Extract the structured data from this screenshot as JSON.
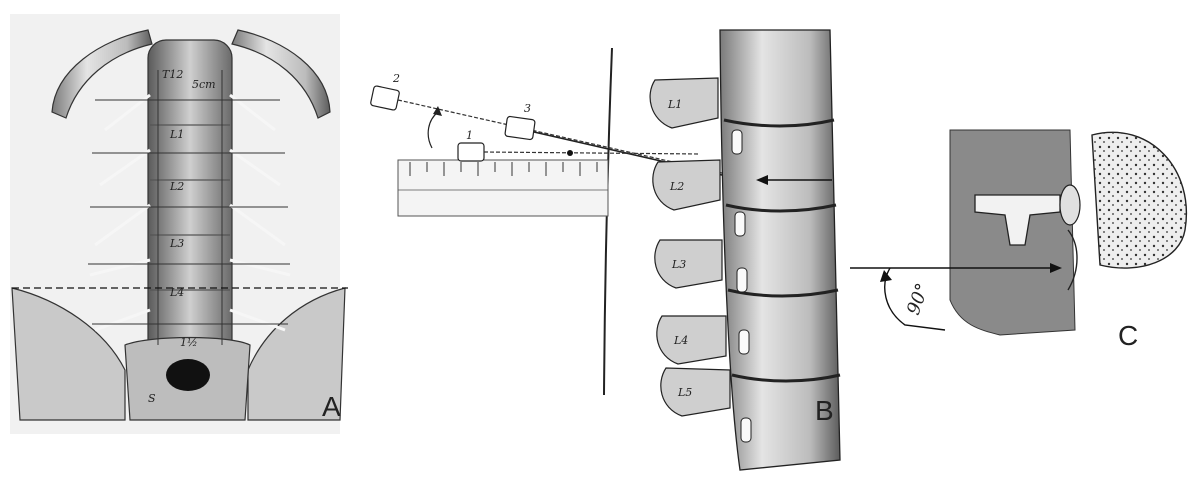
{
  "panels": {
    "a": {
      "letter": "A",
      "labels": {
        "t12": "T12",
        "width_5cm": "5cm",
        "l1": "L1",
        "l2": "L2",
        "l3": "L3",
        "l4": "L4",
        "spacing": "1½",
        "sacrum": "S"
      }
    },
    "b": {
      "letter": "B",
      "needle_numbers": [
        "2",
        "3",
        "1"
      ],
      "vertebra_labels": [
        "L1",
        "L2",
        "L3",
        "L4",
        "L5"
      ]
    },
    "c": {
      "letter": "C",
      "angle": "90°"
    }
  },
  "colors": {
    "ink": "#1e1e1e",
    "bone_light": "#d9d9d9",
    "bone_mid": "#a8a8a8",
    "bone_dark": "#555555",
    "muscle": "#7f7f7f",
    "paper": "#ffffff"
  }
}
